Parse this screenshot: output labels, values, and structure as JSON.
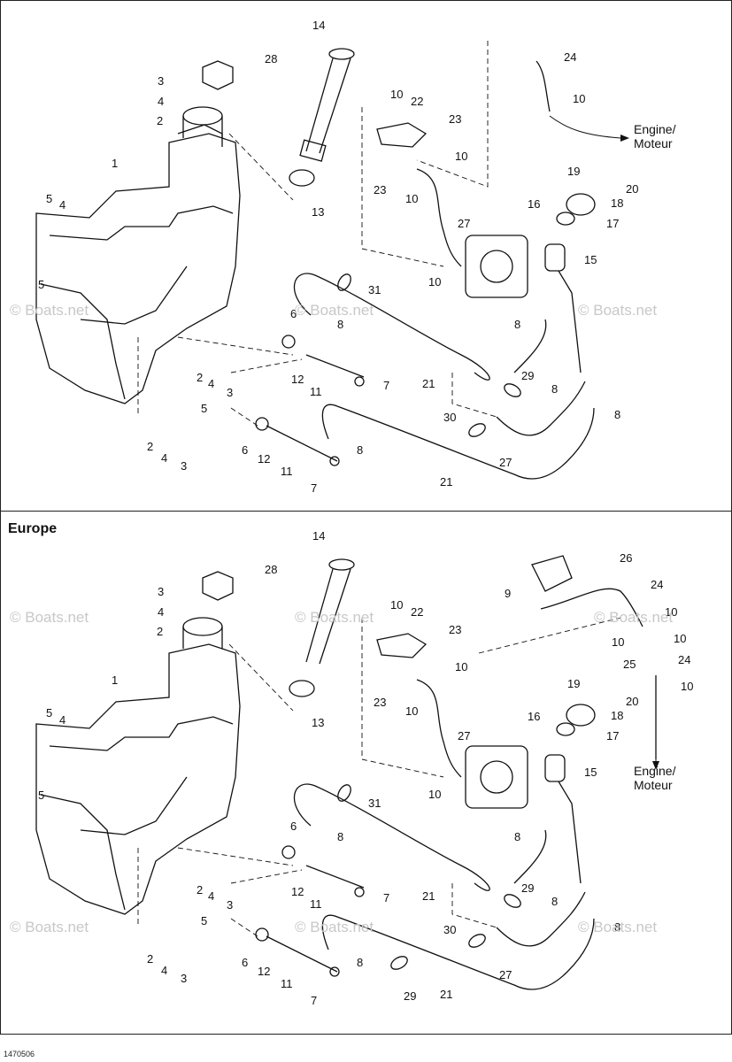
{
  "sections": [
    {
      "title": "",
      "note": "Engine/\nMoteur",
      "watermark": "© Boats.net",
      "callouts": [
        {
          "n": "14"
        },
        {
          "n": "28"
        },
        {
          "n": "3"
        },
        {
          "n": "4"
        },
        {
          "n": "2"
        },
        {
          "n": "1"
        },
        {
          "n": "5"
        },
        {
          "n": "4"
        },
        {
          "n": "5"
        },
        {
          "n": "13"
        },
        {
          "n": "10"
        },
        {
          "n": "22"
        },
        {
          "n": "23"
        },
        {
          "n": "10"
        },
        {
          "n": "23"
        },
        {
          "n": "10"
        },
        {
          "n": "24"
        },
        {
          "n": "10"
        },
        {
          "n": "19"
        },
        {
          "n": "20"
        },
        {
          "n": "18"
        },
        {
          "n": "16"
        },
        {
          "n": "17"
        },
        {
          "n": "27"
        },
        {
          "n": "15"
        },
        {
          "n": "10"
        },
        {
          "n": "31"
        },
        {
          "n": "6"
        },
        {
          "n": "8"
        },
        {
          "n": "8"
        },
        {
          "n": "2"
        },
        {
          "n": "4"
        },
        {
          "n": "3"
        },
        {
          "n": "12"
        },
        {
          "n": "11"
        },
        {
          "n": "7"
        },
        {
          "n": "21"
        },
        {
          "n": "29"
        },
        {
          "n": "8"
        },
        {
          "n": "8"
        },
        {
          "n": "5"
        },
        {
          "n": "30"
        },
        {
          "n": "2"
        },
        {
          "n": "4"
        },
        {
          "n": "3"
        },
        {
          "n": "6"
        },
        {
          "n": "12"
        },
        {
          "n": "8"
        },
        {
          "n": "11"
        },
        {
          "n": "27"
        },
        {
          "n": "21"
        },
        {
          "n": "7"
        }
      ]
    },
    {
      "title": "Europe",
      "note": "Engine/\nMoteur",
      "watermark": "© Boats.net",
      "callouts": [
        {
          "n": "14"
        },
        {
          "n": "28"
        },
        {
          "n": "3"
        },
        {
          "n": "4"
        },
        {
          "n": "2"
        },
        {
          "n": "1"
        },
        {
          "n": "5"
        },
        {
          "n": "4"
        },
        {
          "n": "5"
        },
        {
          "n": "13"
        },
        {
          "n": "10"
        },
        {
          "n": "22"
        },
        {
          "n": "23"
        },
        {
          "n": "10"
        },
        {
          "n": "23"
        },
        {
          "n": "10"
        },
        {
          "n": "26"
        },
        {
          "n": "9"
        },
        {
          "n": "24"
        },
        {
          "n": "10"
        },
        {
          "n": "10"
        },
        {
          "n": "10"
        },
        {
          "n": "25"
        },
        {
          "n": "24"
        },
        {
          "n": "10"
        },
        {
          "n": "19"
        },
        {
          "n": "20"
        },
        {
          "n": "18"
        },
        {
          "n": "16"
        },
        {
          "n": "17"
        },
        {
          "n": "27"
        },
        {
          "n": "15"
        },
        {
          "n": "10"
        },
        {
          "n": "31"
        },
        {
          "n": "6"
        },
        {
          "n": "8"
        },
        {
          "n": "8"
        },
        {
          "n": "2"
        },
        {
          "n": "4"
        },
        {
          "n": "3"
        },
        {
          "n": "12"
        },
        {
          "n": "11"
        },
        {
          "n": "7"
        },
        {
          "n": "21"
        },
        {
          "n": "29"
        },
        {
          "n": "8"
        },
        {
          "n": "8"
        },
        {
          "n": "5"
        },
        {
          "n": "30"
        },
        {
          "n": "2"
        },
        {
          "n": "4"
        },
        {
          "n": "3"
        },
        {
          "n": "6"
        },
        {
          "n": "12"
        },
        {
          "n": "8"
        },
        {
          "n": "11"
        },
        {
          "n": "27"
        },
        {
          "n": "29"
        },
        {
          "n": "21"
        },
        {
          "n": "7"
        }
      ]
    }
  ],
  "footer": {
    "drawing_id": "1470506"
  }
}
